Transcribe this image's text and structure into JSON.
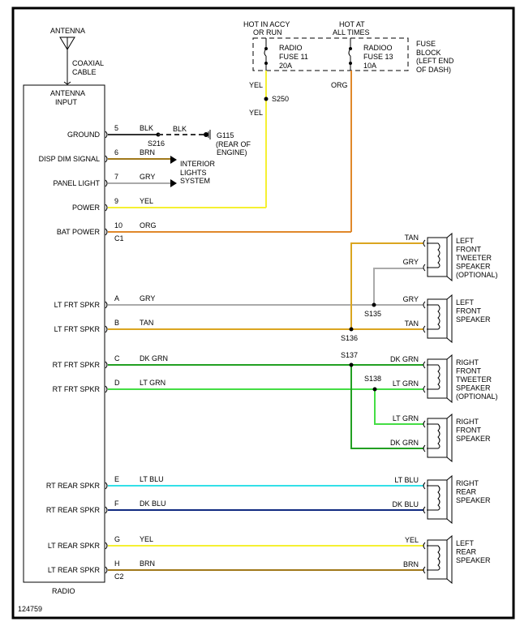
{
  "diagram_id": "124759",
  "antenna": {
    "label": "ANTENNA",
    "cable": [
      "COAXIAL",
      "CABLE"
    ]
  },
  "radio": {
    "label": "RADIO",
    "input_label": [
      "ANTENNA",
      "INPUT"
    ],
    "connector_c1": "C1",
    "connector_c2": "C2"
  },
  "fuse_block": {
    "label": [
      "FUSE",
      "BLOCK",
      "(LEFT END",
      "OF DASH)"
    ],
    "fuses": [
      {
        "hot_label": [
          "HOT IN ACCY",
          "OR RUN"
        ],
        "name": [
          "RADIO",
          "FUSE 11",
          "20A"
        ],
        "out_wire": "YEL"
      },
      {
        "hot_label": [
          "HOT AT",
          "ALL TIMES"
        ],
        "name": [
          "RADIOO",
          "FUSE 13",
          "10A"
        ],
        "out_wire": "ORG"
      }
    ]
  },
  "splices": {
    "s250": "S250",
    "s216": "S216",
    "s135": "S135",
    "s136": "S136",
    "s137": "S137",
    "s138": "S138"
  },
  "ground": {
    "id": "G115",
    "location": [
      "(REAR OF",
      "ENGINE)"
    ],
    "wire": "BLK"
  },
  "interior_lights": [
    "INTERIOR",
    "LIGHTS",
    "SYSTEM"
  ],
  "pins": [
    {
      "label": "GROUND",
      "pin": "5",
      "wire": "BLK",
      "color": "#333333"
    },
    {
      "label": "DISP DIM SIGNAL",
      "pin": "6",
      "wire": "BRN",
      "color": "#a0781a"
    },
    {
      "label": "PANEL LIGHT",
      "pin": "7",
      "wire": "GRY",
      "color": "#aaaaaa"
    },
    {
      "label": "POWER",
      "pin": "9",
      "wire": "YEL",
      "color": "#f5f032"
    },
    {
      "label": "BAT POWER",
      "pin": "10",
      "wire": "ORG",
      "color": "#e0882a"
    },
    {
      "label": "LT FRT SPKR",
      "pin": "A",
      "wire": "GRY",
      "color": "#aaaaaa"
    },
    {
      "label": "LT FRT SPKR",
      "pin": "B",
      "wire": "TAN",
      "color": "#daa520"
    },
    {
      "label": "RT FRT SPKR",
      "pin": "C",
      "wire": "DK GRN",
      "color": "#22a022"
    },
    {
      "label": "RT FRT SPKR",
      "pin": "D",
      "wire": "LT GRN",
      "color": "#44dd44"
    },
    {
      "label": "RT REAR SPKR",
      "pin": "E",
      "wire": "LT BLU",
      "color": "#33e0e8"
    },
    {
      "label": "RT REAR SPKR",
      "pin": "F",
      "wire": "DK BLU",
      "color": "#102a80"
    },
    {
      "label": "LT REAR SPKR",
      "pin": "G",
      "wire": "YEL",
      "color": "#f5f032"
    },
    {
      "label": "LT REAR SPKR",
      "pin": "H",
      "wire": "BRN",
      "color": "#a0781a"
    }
  ],
  "speakers": [
    {
      "label": [
        "LEFT",
        "FRONT",
        "TWEETER",
        "SPEAKER",
        "(OPTIONAL)"
      ],
      "wires": [
        "TAN",
        "GRY"
      ]
    },
    {
      "label": [
        "LEFT",
        "FRONT",
        "SPEAKER"
      ],
      "wires": [
        "GRY",
        "TAN"
      ]
    },
    {
      "label": [
        "RIGHT",
        "FRONT",
        "TWEETER",
        "SPEAKER",
        "(OPTIONAL)"
      ],
      "wires": [
        "DK GRN",
        "LT GRN"
      ]
    },
    {
      "label": [
        "RIGHT",
        "FRONT",
        "SPEAKER"
      ],
      "wires": [
        "LT GRN",
        "DK GRN"
      ]
    },
    {
      "label": [
        "RIGHT",
        "REAR",
        "SPEAKER"
      ],
      "wires": [
        "LT BLU",
        "DK BLU"
      ]
    },
    {
      "label": [
        "LEFT",
        "REAR",
        "SPEAKER"
      ],
      "wires": [
        "YEL",
        "BRN"
      ]
    }
  ]
}
